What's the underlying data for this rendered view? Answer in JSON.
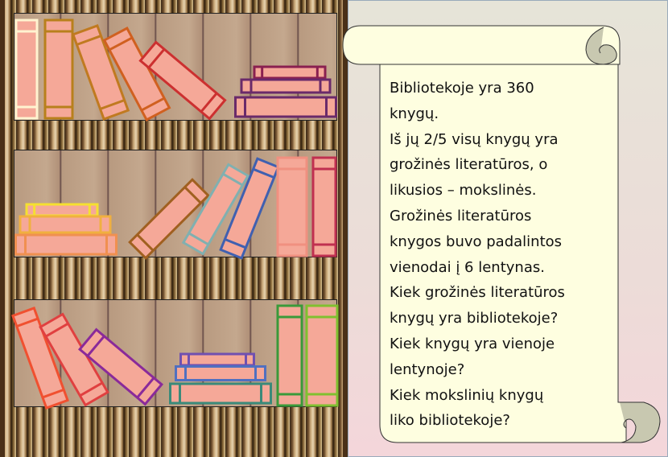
{
  "problem": {
    "lines": [
      "Bibliotekoje yra 360",
      "knygų.",
      "Iš jų 2/5 visų knygų yra",
      "grožinės literatūros, o",
      "likusios – mokslinės.",
      "Grožinės literatūros",
      "knygos buvo padalintos",
      "vienodai į 6 lentynas.",
      "Kiek grožinės literatūros",
      "knygų yra bibliotekoje?",
      "Kiek knygų yra vienoje",
      "lentynoje?",
      "Kiek mokslinių knygų",
      "liko bibliotekoje?"
    ]
  },
  "colors": {
    "book_fill": "#f5a898",
    "scroll_fill": "#fefee0",
    "scroll_curl": "#c8c8b0"
  }
}
